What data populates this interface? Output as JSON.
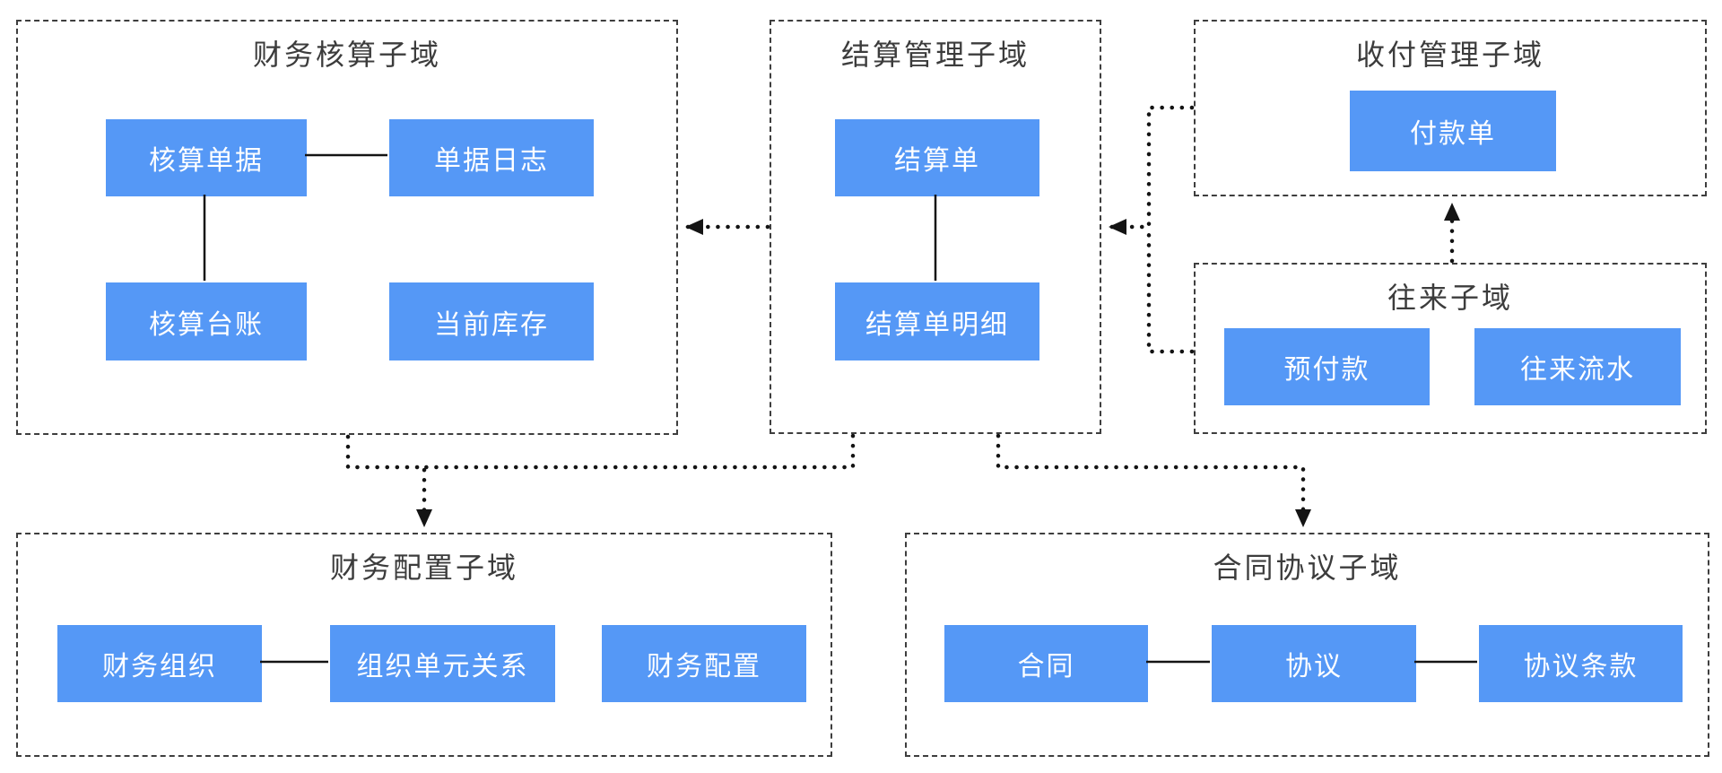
{
  "diagram_type": "domain-model-diagram",
  "colors": {
    "background": "#ffffff",
    "entity_fill": "#5598f6",
    "entity_text": "#ffffff",
    "domain_border": "#3e3e3e",
    "domain_title_text": "#3c3c3c",
    "connector": "#141414"
  },
  "domains": [
    {
      "title": "财务核算子域",
      "entities": [
        "核算单据",
        "单据日志",
        "核算台账",
        "当前库存"
      ]
    },
    {
      "title": "结算管理子域",
      "entities": [
        "结算单",
        "结算单明细"
      ]
    },
    {
      "title": "收付管理子域",
      "entities": [
        "付款单"
      ]
    },
    {
      "title": "往来子域",
      "entities": [
        "预付款",
        "往来流水"
      ]
    },
    {
      "title": "财务配置子域",
      "entities": [
        "财务组织",
        "组织单元关系",
        "财务配置"
      ]
    },
    {
      "title": "合同协议子域",
      "entities": [
        "合同",
        "协议",
        "协议条款"
      ]
    }
  ],
  "relations": [
    {
      "from": "核算单据",
      "to": "单据日志",
      "style": "solid-line"
    },
    {
      "from": "核算单据",
      "to": "核算台账",
      "style": "solid-line"
    },
    {
      "from": "结算单",
      "to": "结算单明细",
      "style": "solid-line"
    },
    {
      "from": "财务组织",
      "to": "组织单元关系",
      "style": "solid-line"
    },
    {
      "from": "合同",
      "to": "协议",
      "style": "solid-line"
    },
    {
      "from": "协议",
      "to": "协议条款",
      "style": "solid-line"
    },
    {
      "from": "结算管理子域",
      "to": "财务核算子域",
      "style": "dotted-arrow"
    },
    {
      "from": "收付管理子域",
      "to": "结算管理子域",
      "style": "dotted-arrow"
    },
    {
      "from": "往来子域",
      "to": "结算管理子域",
      "style": "dotted-arrow"
    },
    {
      "from": "往来子域",
      "to": "收付管理子域",
      "style": "dotted-arrow"
    },
    {
      "from": "财务核算子域",
      "to": "财务配置子域",
      "style": "dotted-arrow"
    },
    {
      "from": "结算管理子域",
      "to": "财务配置子域",
      "style": "dotted-arrow"
    },
    {
      "from": "结算管理子域",
      "to": "合同协议子域",
      "style": "dotted-arrow"
    }
  ]
}
